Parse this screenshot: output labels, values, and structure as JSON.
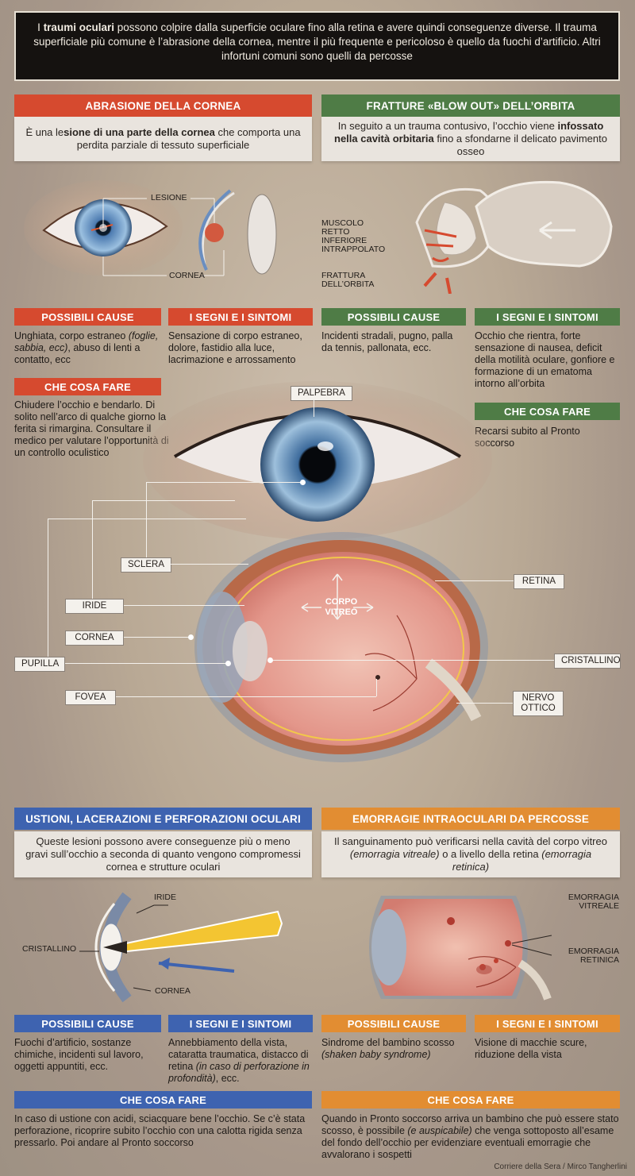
{
  "intro": {
    "prefix": "I ",
    "bold": "traumi oculari",
    "rest": " possono colpire dalla superficie oculare fino alla retina e avere quindi conseguenze diverse. Il trauma superficiale più comune è l’abrasione della cornea, mentre il più frequente e pericoloso è quello da fuochi d’artificio. Altri infortuni comuni sono quelli da percosse"
  },
  "abrasione": {
    "title": "ABRASIONE DELLA CORNEA",
    "desc_a": "È una le",
    "desc_bold": "sione di una parte della cornea",
    "desc_b": " che comporta una perdita parziale di tessuto superficiale",
    "label_lesione": "LESIONE",
    "label_cornea": "CORNEA",
    "cause_title": "POSSIBILI CAUSE",
    "cause_a": "Unghiata, corpo estraneo ",
    "cause_italic": "(foglie, sabbia, ecc)",
    "cause_b": ", abuso di lenti a contatto, ecc",
    "signs_title": "I SEGNI E I SINTOMI",
    "signs_text": "Sensazione di corpo estraneo, dolore, fastidio alla luce, lacrimazione e arrossamento",
    "todo_title": "CHE COSA FARE",
    "todo_text": "Chiudere l’occhio e bendarlo. Di solito nell’arco di qualche giorno la ferita si rimargina. Consultare il medico per valutare l’opportunità di un controllo oculistico"
  },
  "fratture": {
    "title": "FRATTURE «BLOW OUT» DELL’ORBITA",
    "desc_a": "In seguito a un trauma contusivo, l’occhio viene ",
    "desc_bold": "infossato nella cavità orbitaria",
    "desc_b": " fino a sfondarne il delicato pavimento osseo",
    "label_muscolo": "MUSCOLO RETTO INFERIORE INTRAPPOLATO",
    "label_frattura": "FRATTURA DELL’ORBITA",
    "cause_title": "POSSIBILI CAUSE",
    "cause_text": "Incidenti stradali, pugno, palla da tennis, pallonata, ecc.",
    "signs_title": "I SEGNI E I SINTOMI",
    "signs_text": "Occhio che rientra, forte sensazione di nausea, deficit della motilità oculare, gonfiore e formazione di un ematoma intorno all’orbita",
    "todo_title": "CHE COSA FARE",
    "todo_text": "Recarsi subito al Pronto soccorso"
  },
  "anatomy": {
    "palpebra": "PALPEBRA",
    "sclera": "SCLERA",
    "iride": "IRIDE",
    "cornea": "CORNEA",
    "pupilla": "PUPILLA",
    "fovea": "FOVEA",
    "retina": "RETINA",
    "cristallino": "CRISTALLINO",
    "nervo": "NERVO OTTICO",
    "corpo": "CORPO VITREO"
  },
  "ustioni": {
    "title": "USTIONI, LACERAZIONI E PERFORAZIONI OCULARI",
    "desc": "Queste lesioni possono avere conseguenze più o meno gravi sull’occhio a seconda di quanto vengono compromessi cornea e strutture oculari",
    "label_iride": "IRIDE",
    "label_cristallino": "CRISTALLINO",
    "label_cornea": "CORNEA",
    "cause_title": "POSSIBILI CAUSE",
    "cause_text": "Fuochi d’artificio, sostanze chimiche, incidenti sul lavoro, oggetti appuntiti, ecc.",
    "signs_title": "I SEGNI E I SINTOMI",
    "signs_a": "Annebbiamento della vista, cataratta traumatica, distacco di retina ",
    "signs_italic": "(in caso di perforazione in profondità)",
    "signs_b": ", ecc.",
    "todo_title": "CHE COSA FARE",
    "todo_text": "In caso di ustione con acidi, sciacquare bene l’occhio. Se c’è stata perforazione, ricoprire subito l’occhio con una calotta rigida senza pressarlo. Poi andare al Pronto soccorso"
  },
  "emorragie": {
    "title": "EMORRAGIE INTRAOCULARI DA PERCOSSE",
    "desc_a": "Il sanguinamento può verificarsi nella cavità del corpo vitreo ",
    "desc_i1": "(emorragia vitreale)",
    "desc_b": " o a livello della retina ",
    "desc_i2": "(emorragia retinica)",
    "label_vitreale": "EMORRAGIA VITREALE",
    "label_retinica": "EMORRAGIA RETINICA",
    "cause_title": "POSSIBILI CAUSE",
    "cause_a": "Sindrome del bambino scosso ",
    "cause_italic": "(shaken baby syndrome)",
    "signs_title": "I SEGNI E I SINTOMI",
    "signs_text": "Visione di macchie scure, riduzione della vista",
    "todo_title": "CHE COSA FARE",
    "todo_a": "Quando in Pronto soccorso arriva un bambino che può essere stato scosso, è possibile ",
    "todo_italic": "(e auspicabile)",
    "todo_b": " che venga sottoposto all’esame del fondo dell’occhio per evidenziare eventuali emorragie che avvalorano i sospetti"
  },
  "credit": "Corriere della Sera / Mirco Tangherlini",
  "colors": {
    "red": "#d64a2f",
    "green": "#4f7c46",
    "blue": "#3e63b0",
    "orange": "#e28d32"
  }
}
